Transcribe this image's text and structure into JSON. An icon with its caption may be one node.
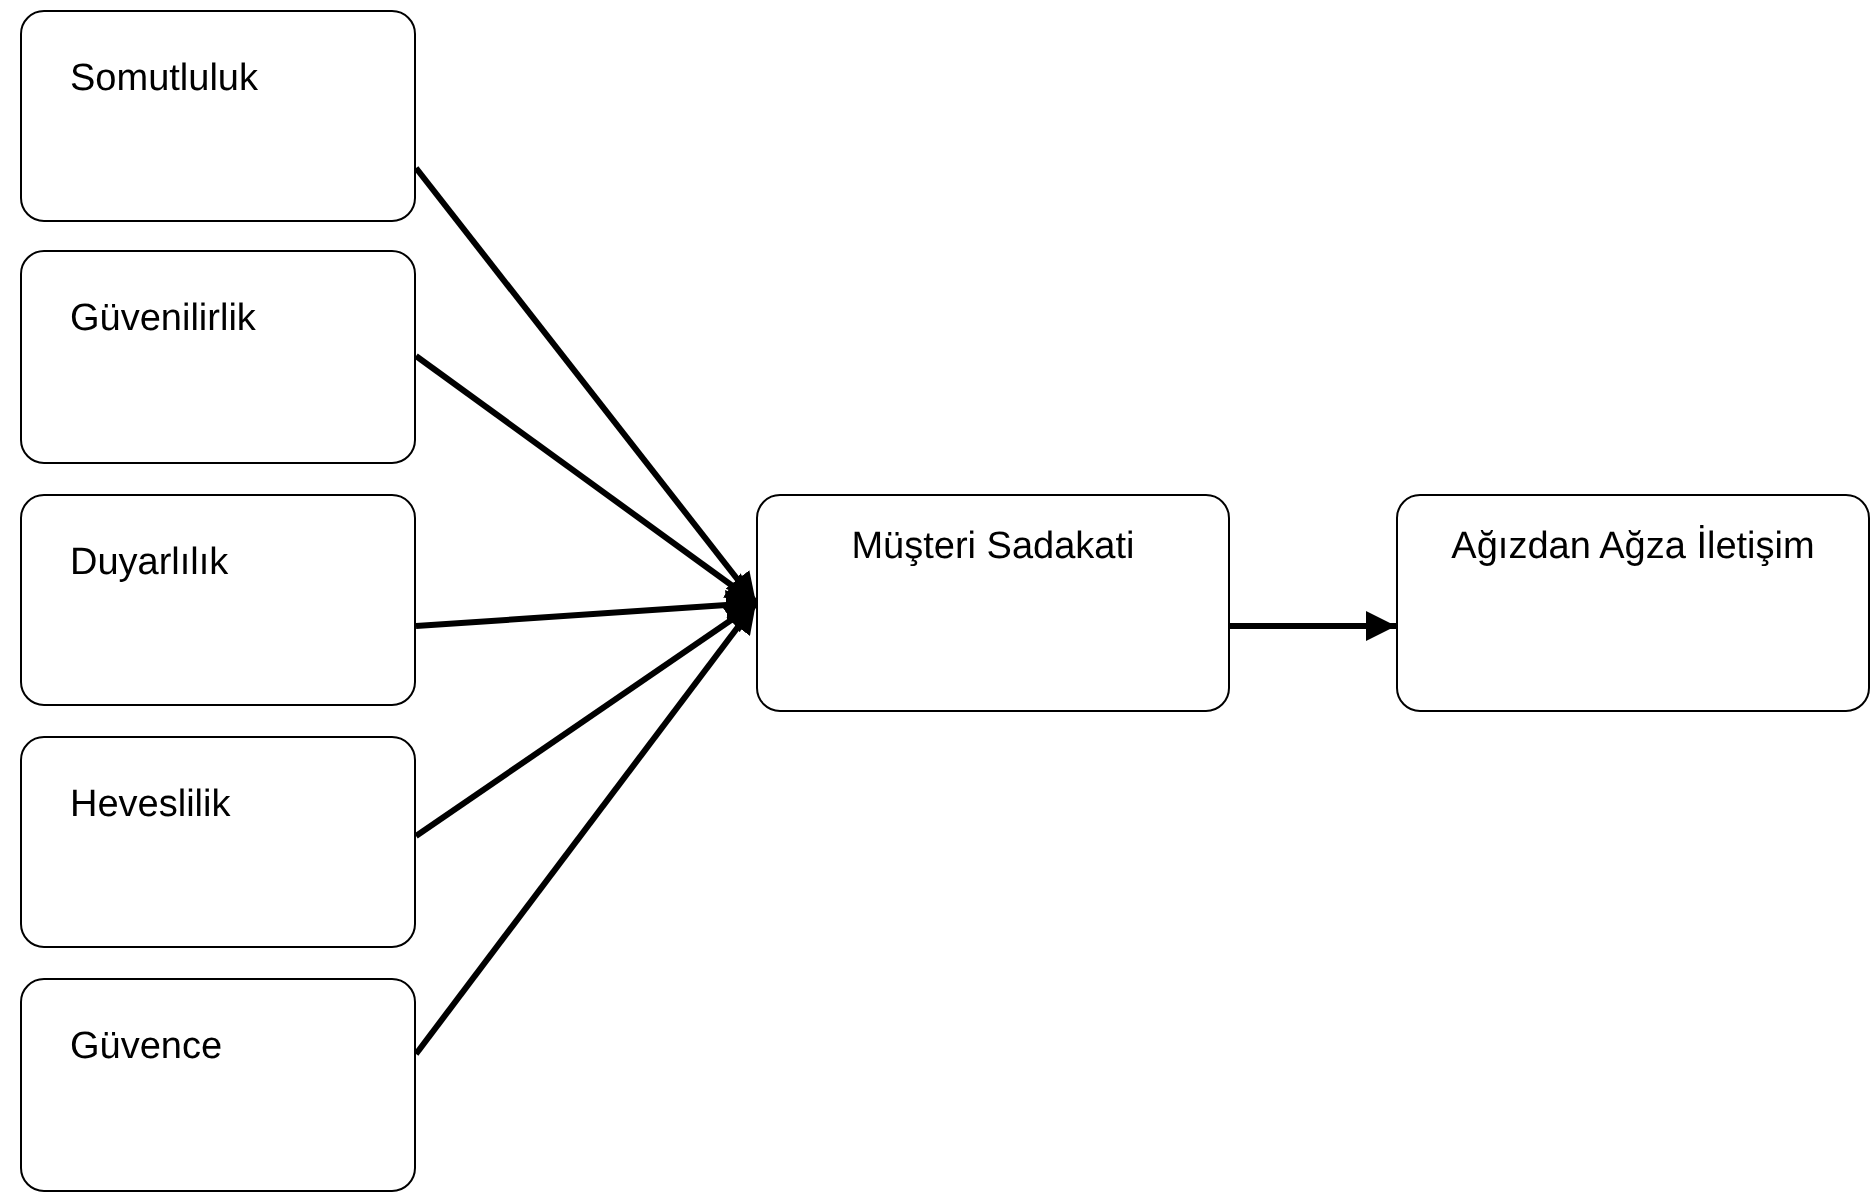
{
  "diagram": {
    "nodes": [
      {
        "text": [
          "Somutluluk"
        ]
      },
      {
        "text": [
          "Güvenilirlik"
        ]
      },
      {
        "text": [
          "Duyarlılık"
        ]
      },
      {
        "text": [
          "Heveslilik"
        ]
      },
      {
        "text": [
          "Güvence"
        ]
      },
      {
        "text": [
          "Müşteri Sadakati"
        ]
      },
      {
        "text": [
          "Ağızdan Ağza İletişim"
        ]
      }
    ],
    "edges": [
      {
        "from": 0,
        "to": 5,
        "arrow": "to"
      },
      {
        "from": 1,
        "to": 5,
        "arrow": "to"
      },
      {
        "from": 2,
        "to": 5,
        "arrow": "to"
      },
      {
        "from": 3,
        "to": 5,
        "arrow": "to"
      },
      {
        "from": 4,
        "to": 5,
        "arrow": "to"
      },
      {
        "from": 5,
        "to": 6,
        "arrow": "to"
      }
    ]
  }
}
